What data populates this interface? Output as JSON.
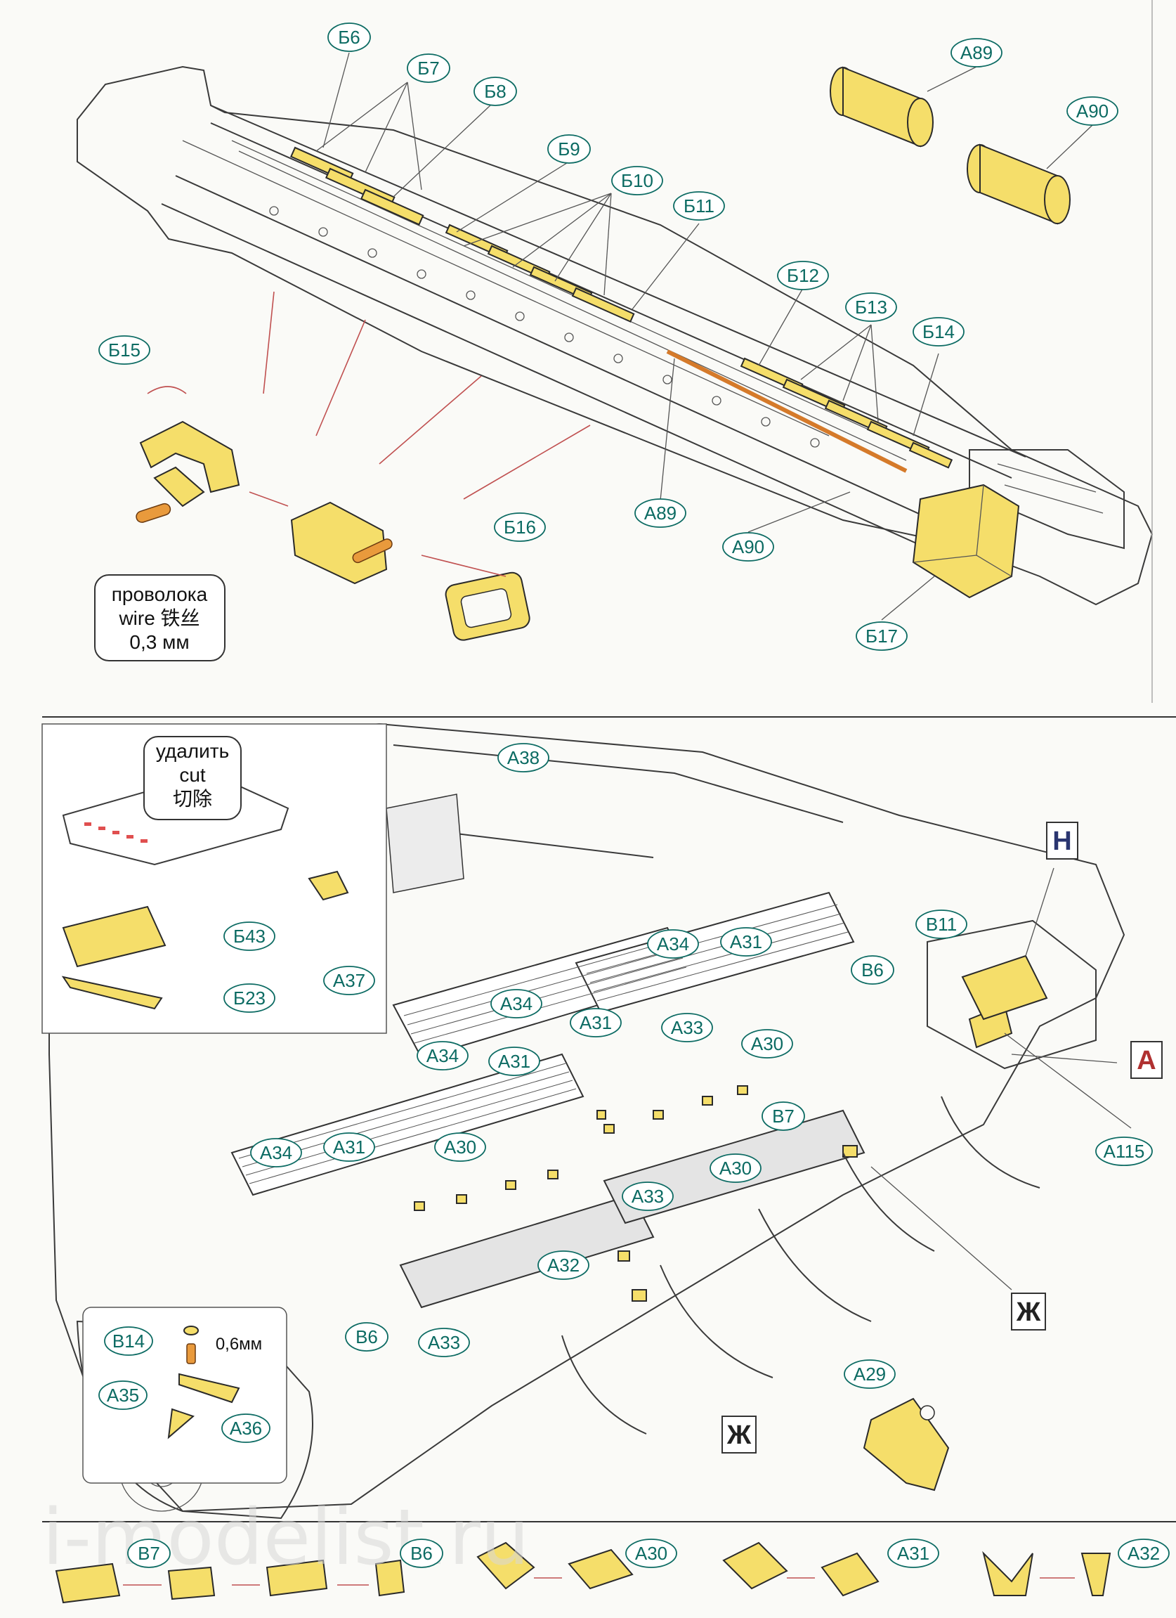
{
  "callouts": {
    "b6": "Б6",
    "b7": "Б7",
    "b8": "Б8",
    "b9": "Б9",
    "b10": "Б10",
    "b11": "Б11",
    "b12": "Б12",
    "b13": "Б13",
    "b14": "Б14",
    "b15": "Б15",
    "b16": "Б16",
    "b17": "Б17",
    "b23": "Б23",
    "b43": "Б43",
    "a29": "А29",
    "a30": "А30",
    "a31": "А31",
    "a32": "А32",
    "a33": "А33",
    "a34": "А34",
    "a35": "А35",
    "a36": "А36",
    "a37": "А37",
    "a38": "А38",
    "a89": "А89",
    "a90": "А90",
    "a115": "А115",
    "v6": "В6",
    "v7": "В7",
    "v11": "В11",
    "v14": "В14"
  },
  "letters": {
    "n": "Н",
    "a": "А",
    "zh": "Ж"
  },
  "notes": {
    "wire_ru": "проволока",
    "wire_en_cn": "wire 铁丝",
    "wire_size": "0,3 мм",
    "cut_ru": "удалить",
    "cut_en": "cut",
    "cut_cn": "切除",
    "pin_size": "0,6мм"
  },
  "watermark": "i-modelist.ru"
}
